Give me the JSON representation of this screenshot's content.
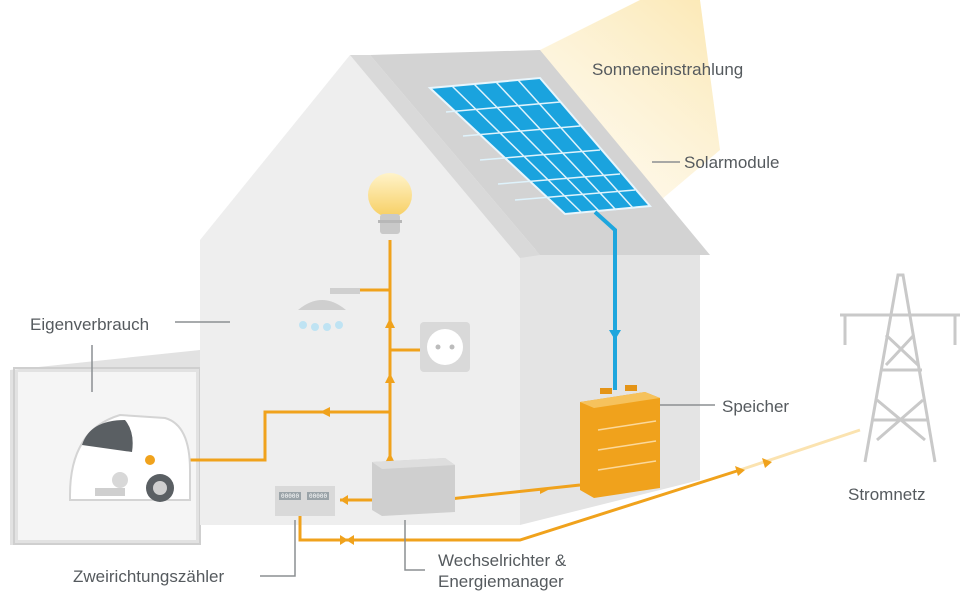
{
  "labels": {
    "sun": "Sonneneinstrahlung",
    "solar": "Solarmodule",
    "consumption": "Eigenverbrauch",
    "storage": "Speicher",
    "grid": "Stromnetz",
    "meter": "Zweirichtungszähler",
    "inverter_line1": "Wechselrichter &",
    "inverter_line2": "Energiemanager"
  },
  "meter_readings": [
    "00000",
    "00000"
  ],
  "colors": {
    "flow_orange": "#f0a21c",
    "solar_blue": "#1ea6dd",
    "house_wall": "#ededed",
    "roof": "#d6d6d6",
    "battery": "#f4b032",
    "inverter": "#cfcfcf",
    "text": "#555a5e",
    "pylon": "#c9c9c9"
  },
  "icons": [
    "sun-rays-icon",
    "solar-panel-icon",
    "light-bulb-icon",
    "shower-icon",
    "power-outlet-icon",
    "electric-car-icon",
    "battery-icon",
    "inverter-box-icon",
    "meter-icon",
    "power-pylon-icon"
  ]
}
